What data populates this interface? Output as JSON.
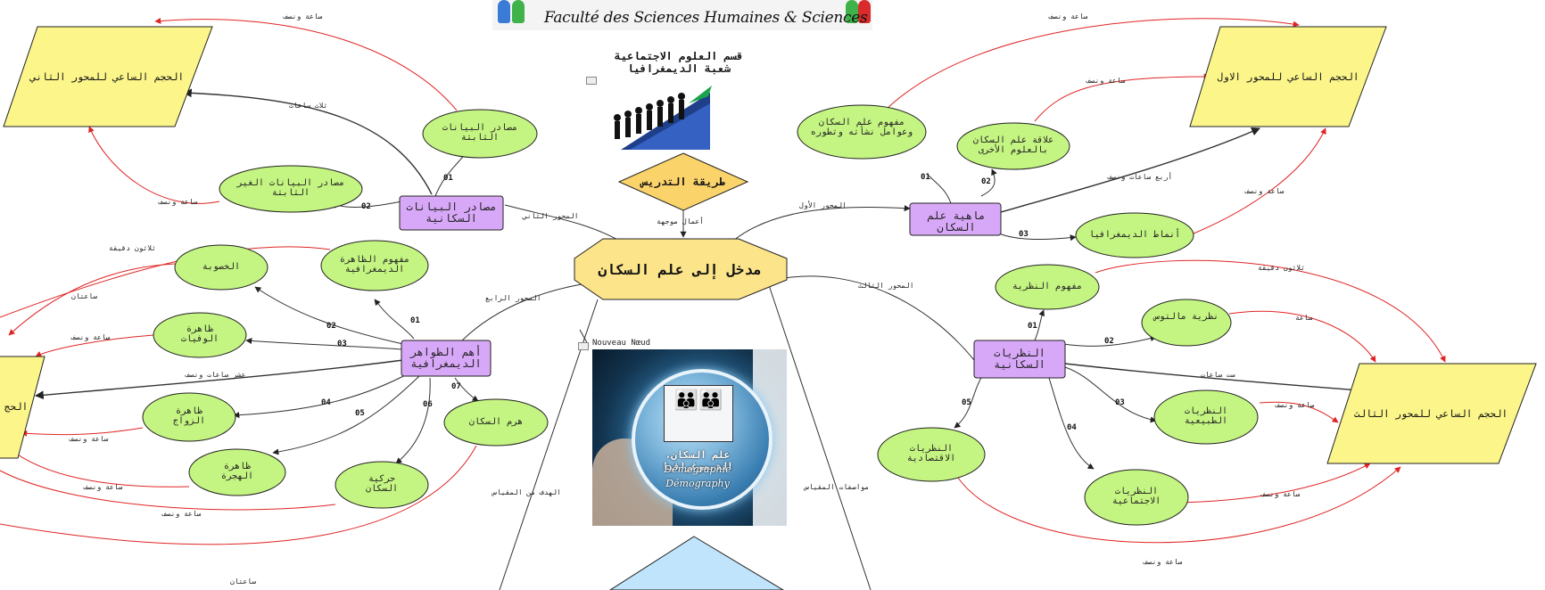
{
  "header": {
    "faculty": "Faculté des Sciences Humaines & Sciences Sociales",
    "department_line1": "قسم العلوم الاجتماعية",
    "department_line2": "شعبة الديمغرافيا"
  },
  "center": {
    "title": "مدخل إلى علم السكان",
    "method": "طريقة التدريس",
    "method_label": "أعمال موجهة"
  },
  "image_node": {
    "label": "Nouveau Nœud",
    "arabic": "علم السكان، الديموغرافيا",
    "french": "Démographie",
    "english": "Démography"
  },
  "axes": {
    "axis1": "المحور الأول",
    "axis2": "المحور الثاني",
    "axis3": "المحور الثالث",
    "axis4": "المحور الرابع",
    "goal": "الهدف من المقياس",
    "specs": "مواصفات المقياس"
  },
  "hours": {
    "axis1": "الحجم الساعي للمحور الاول",
    "axis2": "الحجم الساعي للمحور الثاني",
    "axis3": "الحجم الساعي للمحور الثالث",
    "axis4": "الحج"
  },
  "topics": {
    "t1": "ماهية علم السكان",
    "t1a": "مفهوم علم السكان وعوامل نشأته وتطوره",
    "t1b": "علاقة علم السكان بالعلوم الأخرى",
    "t1c": "أنماط الديمغرافيا",
    "t2": "مصادر البيانات السكانية",
    "t2a": "مصادر البيانات الثابتة",
    "t2b": "مصادر البيانات الغير الثابتة",
    "t3": "النظريات السكانية",
    "t3a": "مفهوم النظرية",
    "t3b": "نظرية مالتوس",
    "t3c": "النظريات الطبيعية",
    "t3d": "النظريات الاجتماعية",
    "t3e": "النظريات الاقتصادية",
    "t4": "أهم الظواهر الديمغرافية",
    "t4a": "مفهوم الظاهرة الديمغرافية",
    "t4b": "الخصوبة",
    "t4c": "ظاهرة الوفيات",
    "t4d": "ظاهرة الزواج",
    "t4e": "ظاهرة الهجرة",
    "t4f": "حركية السكان",
    "t4g": "هرم السكان"
  },
  "durations": {
    "h1": "ساعة ونصف",
    "h2": "ساعتان",
    "h3": "ثلاث ساعات",
    "h4": "أربع ساعات ونصف",
    "h5": "ست ساعات",
    "h6": "ثلاثون دقيقة",
    "h7": "ساعة",
    "h8": "عشر ساعات ونصف"
  },
  "numbers": [
    "01",
    "02",
    "03",
    "04",
    "05",
    "06",
    "07"
  ],
  "colors": {
    "topic_fill": "#d8a8f8",
    "sub_fill": "#c4f482",
    "hours_fill": "#fbf58a",
    "center_fill": "#fbe48a",
    "method_fill": "#fbd36b",
    "goal_fill": "#bfe4fb",
    "red_line": "#e02424"
  }
}
